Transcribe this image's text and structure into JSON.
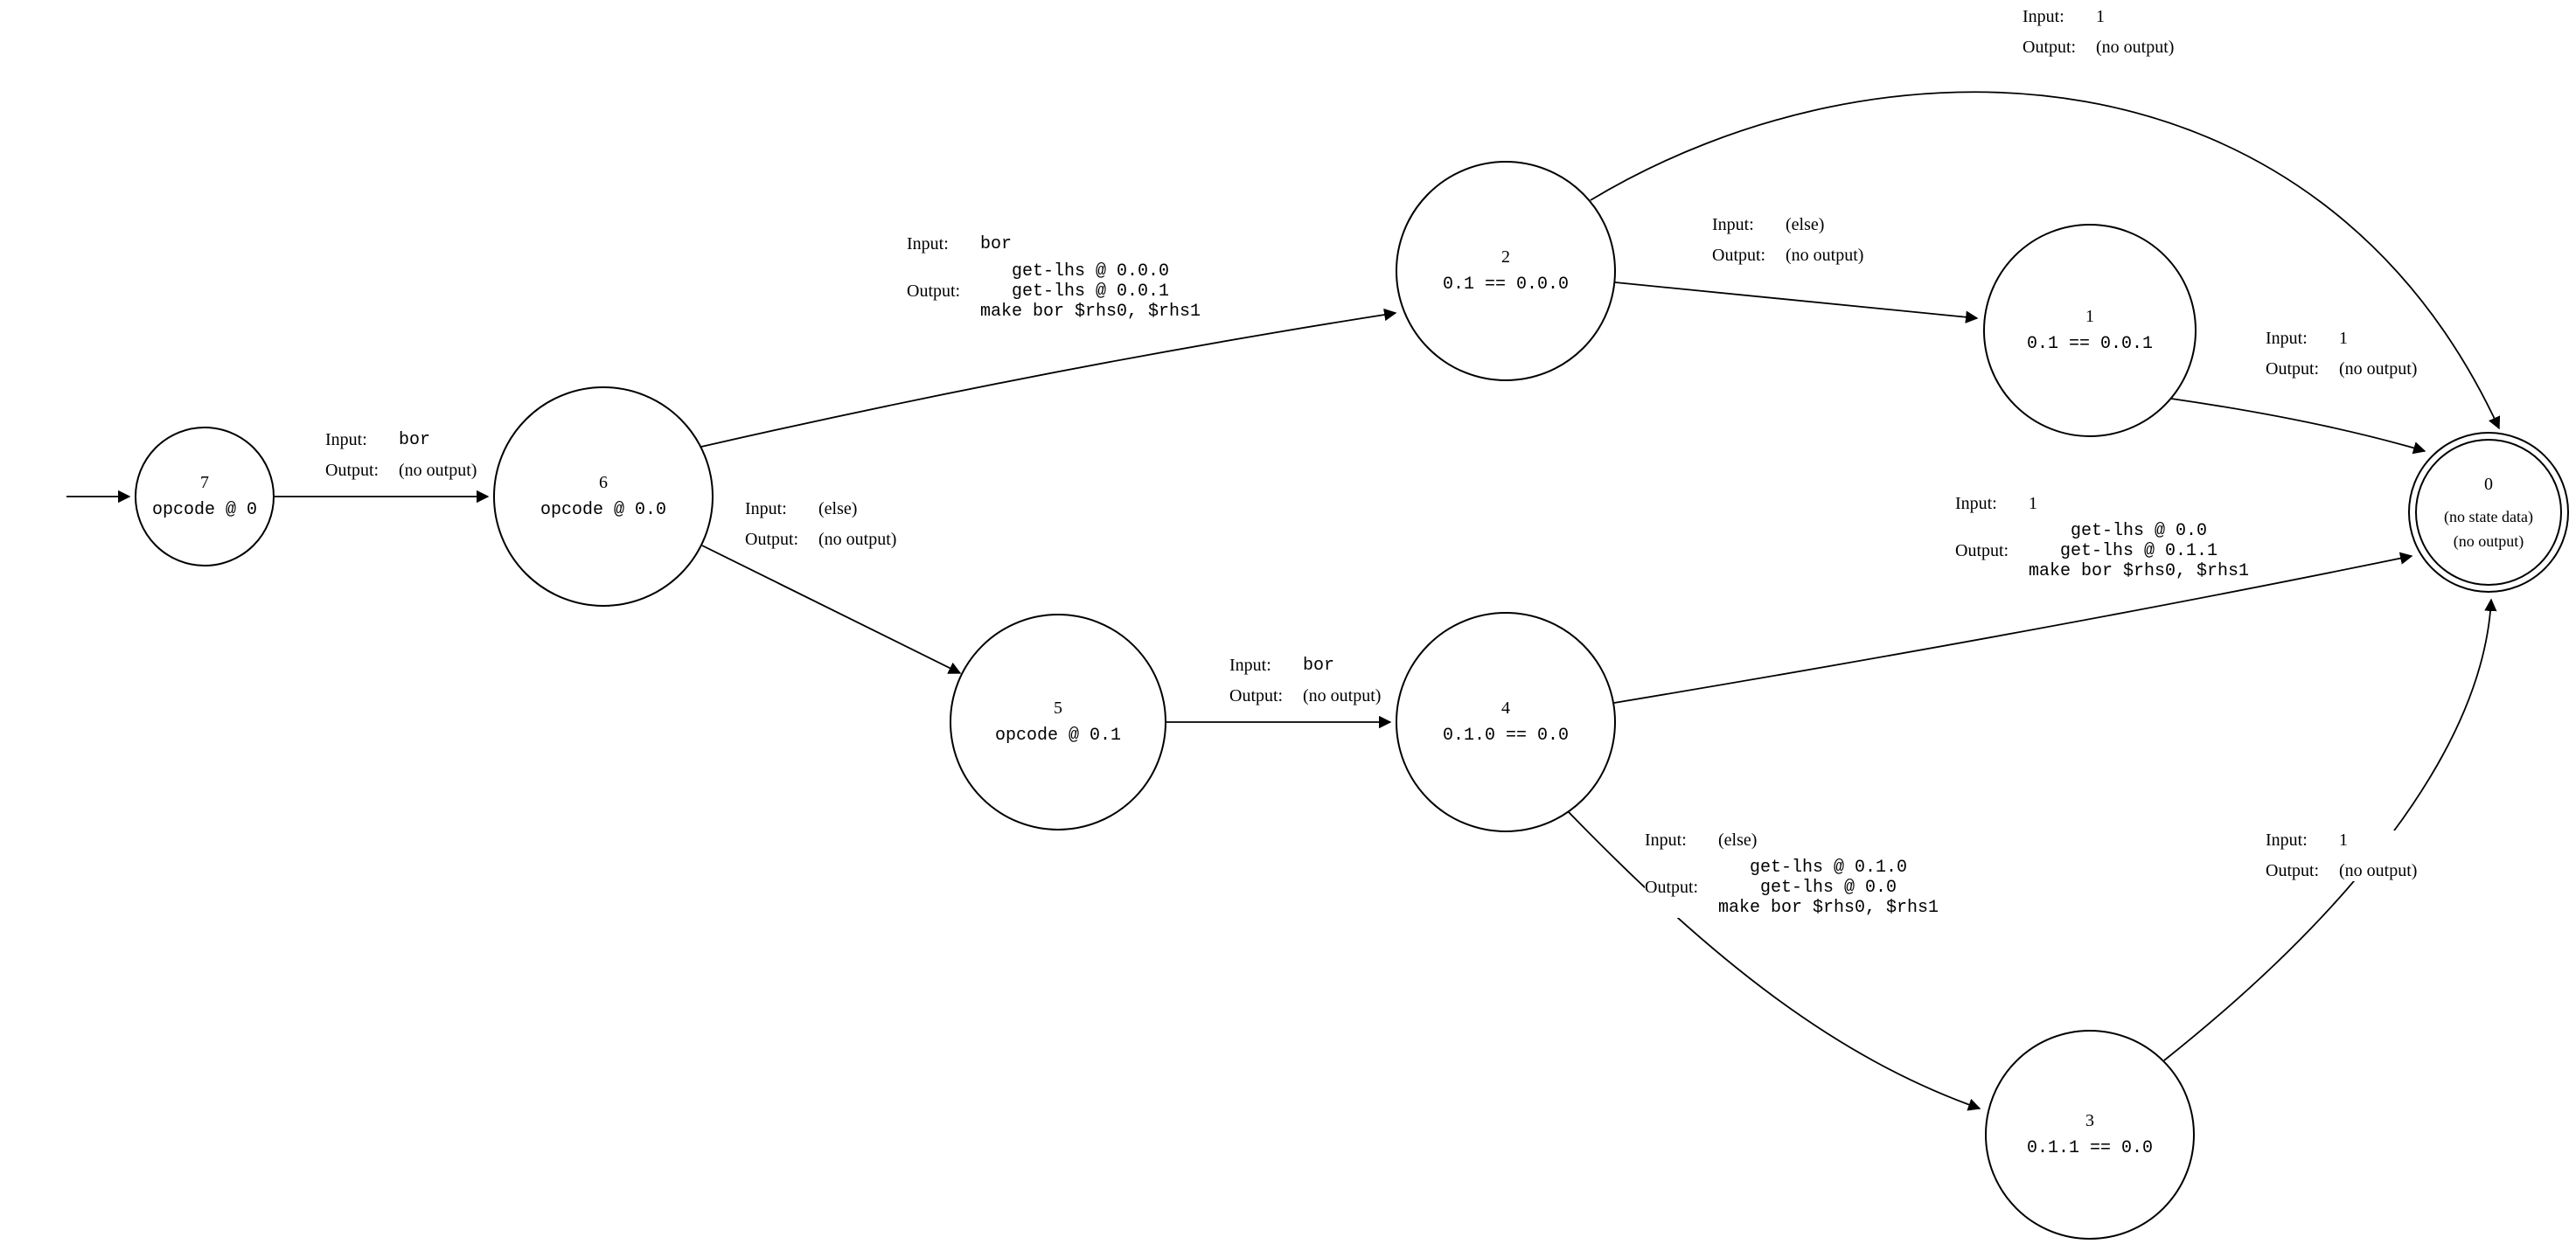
{
  "diagram": {
    "background_color": "#ffffff",
    "stroke_color": "#000000",
    "kind": "finite-state-machine"
  },
  "labels": {
    "input": "Input:",
    "output": "Output:"
  },
  "states": {
    "s7": {
      "num": "7",
      "data": "opcode @ 0"
    },
    "s6": {
      "num": "6",
      "data": "opcode @ 0.0"
    },
    "s2": {
      "num": "2",
      "data": "0.1 == 0.0.0"
    },
    "s1": {
      "num": "1",
      "data": "0.1 == 0.0.1"
    },
    "s5": {
      "num": "5",
      "data": "opcode @ 0.1"
    },
    "s4": {
      "num": "4",
      "data": "0.1.0 == 0.0"
    },
    "s3": {
      "num": "3",
      "data": "0.1.1 == 0.0"
    },
    "s0": {
      "num": "0",
      "line1": "(no state data)",
      "line2": "(no output)"
    }
  },
  "edges": {
    "e7_6": {
      "input": "bor",
      "output": "(no output)"
    },
    "e6_2": {
      "input": "bor",
      "output_lines": [
        "get-lhs @ 0.0.0",
        "get-lhs @ 0.0.1",
        "make bor $rhs0, $rhs1"
      ]
    },
    "e6_5": {
      "input": "(else)",
      "output": "(no output)"
    },
    "e5_4": {
      "input": "bor",
      "output": "(no output)"
    },
    "e2_1": {
      "input": "(else)",
      "output": "(no output)"
    },
    "e2_0": {
      "input": "1",
      "output": "(no output)"
    },
    "e1_0": {
      "input": "1",
      "output": "(no output)"
    },
    "e4_0": {
      "input": "1",
      "output_lines": [
        "get-lhs @ 0.0",
        "get-lhs @ 0.1.1",
        "make bor $rhs0, $rhs1"
      ]
    },
    "e4_3": {
      "input": "(else)",
      "output_lines": [
        "get-lhs @ 0.1.0",
        "get-lhs @ 0.0",
        "make bor $rhs0, $rhs1"
      ]
    },
    "e3_0": {
      "input": "1",
      "output": "(no output)"
    }
  }
}
